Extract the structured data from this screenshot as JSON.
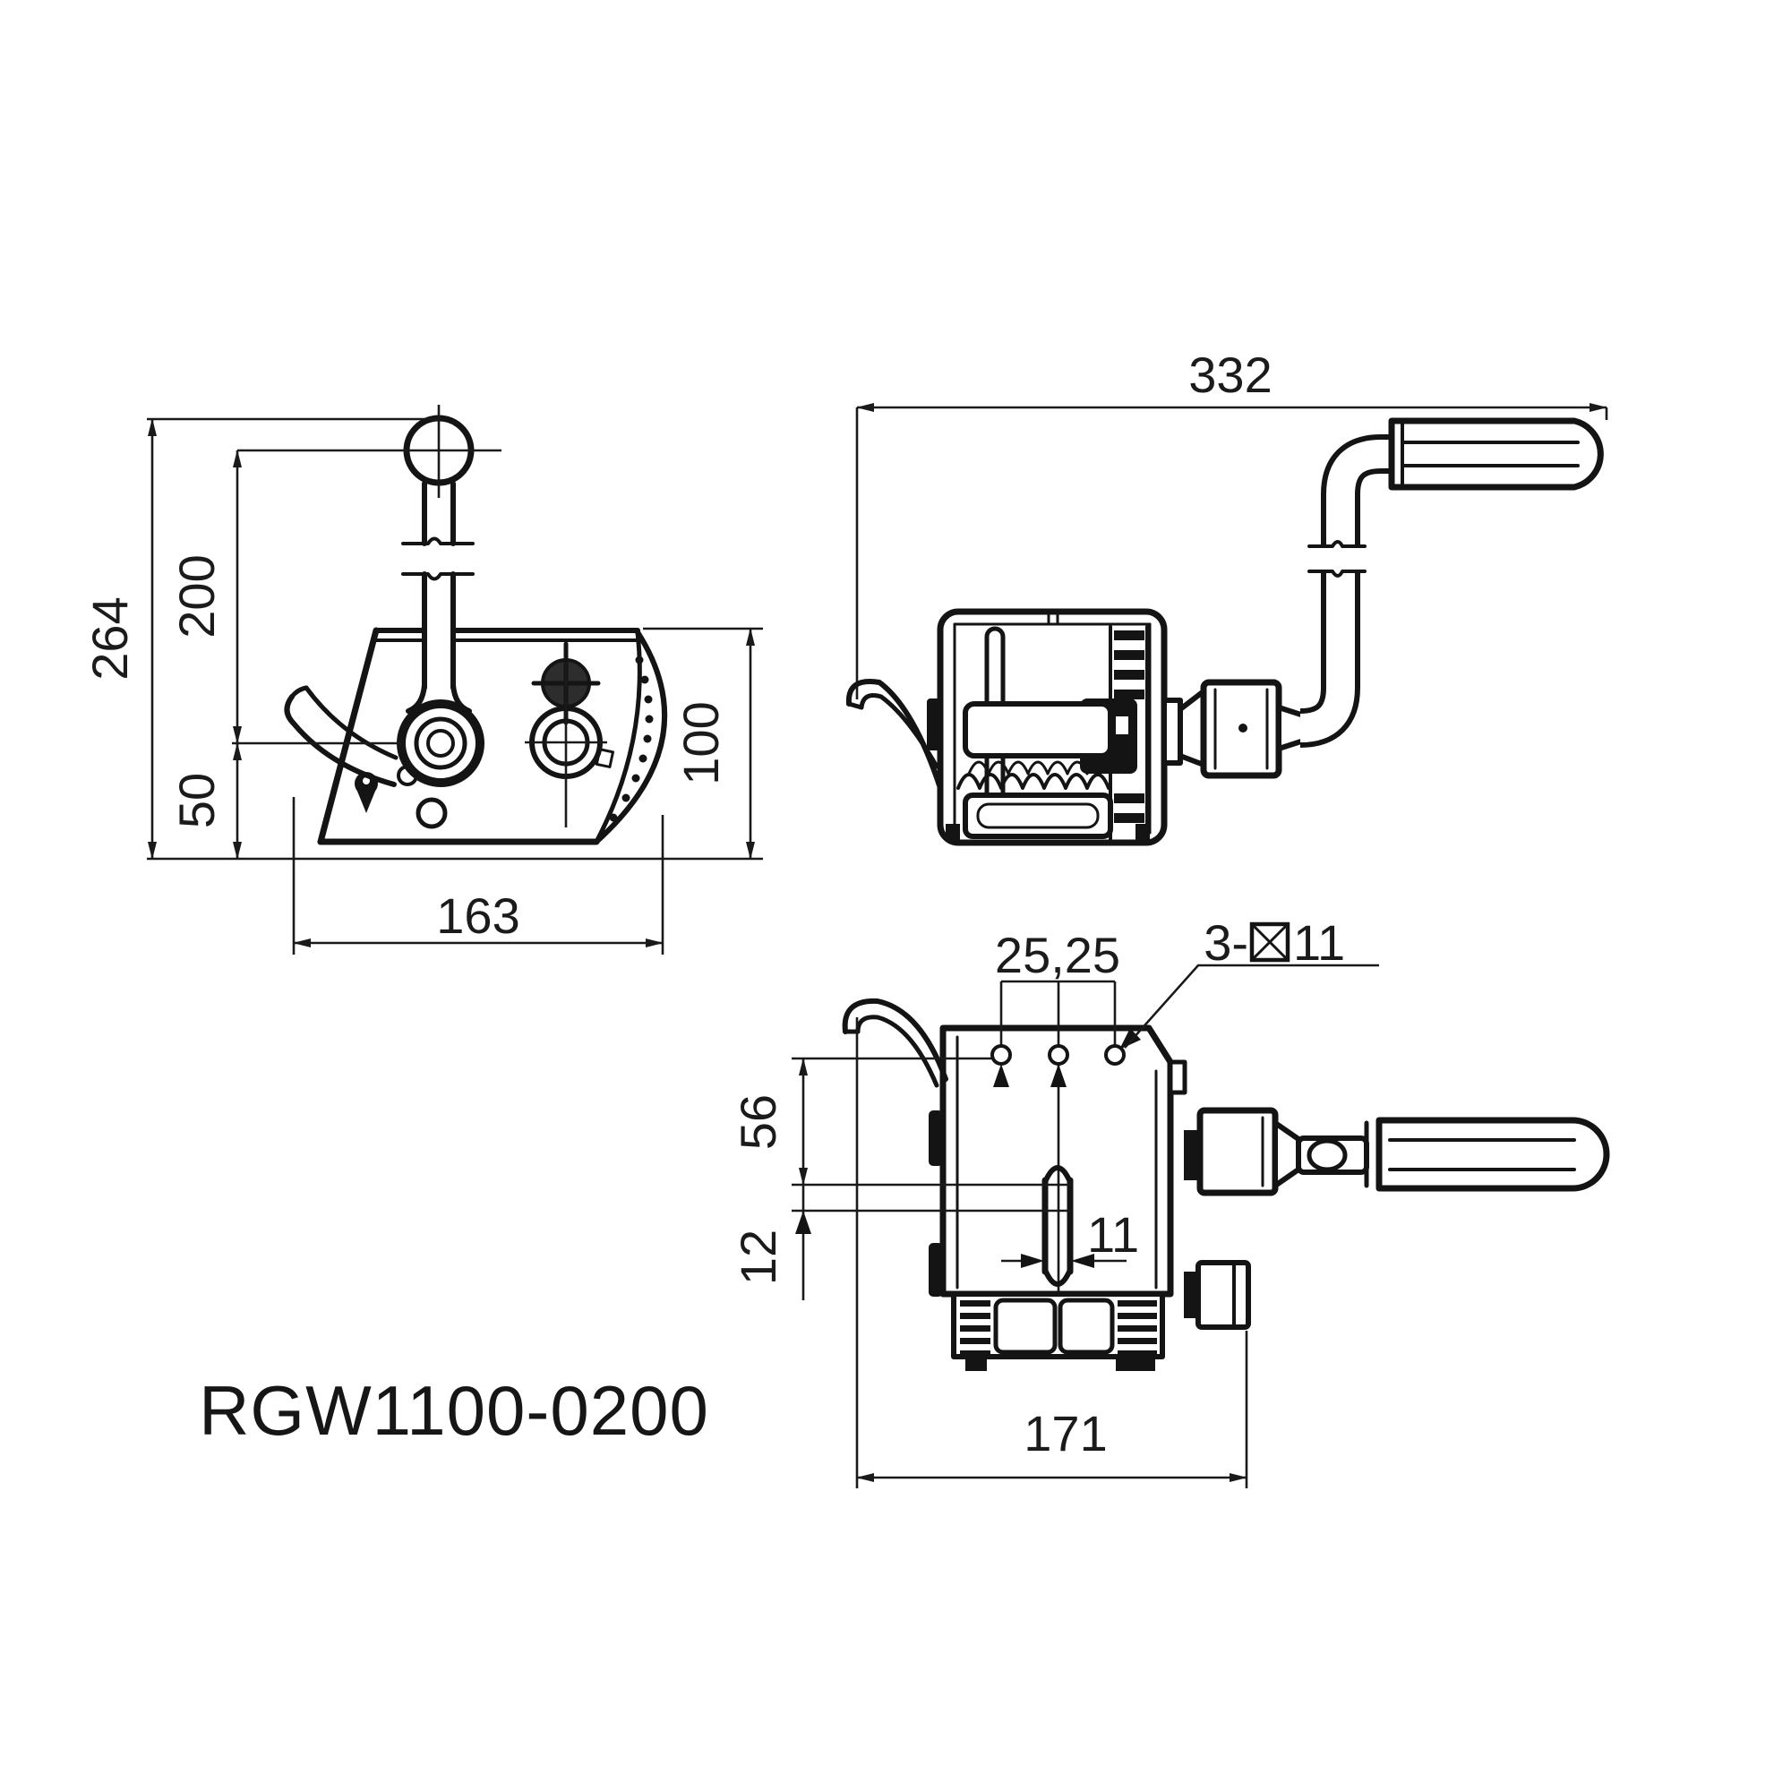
{
  "drawing": {
    "model_label": "RGW1100-0200",
    "line_color": "#141414",
    "views": {
      "side": {
        "dims": {
          "overall_height": "264",
          "handle_height": "200",
          "base_drop": "50",
          "body_height": "100",
          "base_width": "163"
        }
      },
      "front": {
        "dims": {
          "overall_width": "332"
        }
      },
      "top": {
        "dims": {
          "hole_spacing": "25,25",
          "hole_offset": "56",
          "slot_offset": "12",
          "slot_width": "11",
          "mount_width": "171"
        },
        "hole_note": {
          "prefix": "3-",
          "symbol": "square-hole-icon",
          "size": "11"
        }
      }
    }
  }
}
